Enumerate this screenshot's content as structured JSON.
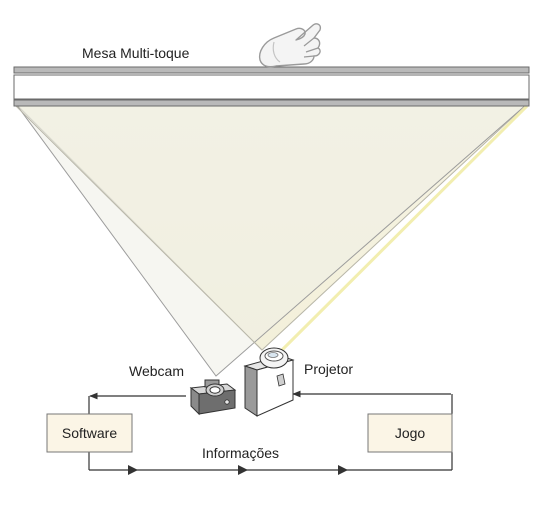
{
  "table_label": "Mesa Multi-toque",
  "webcam_label": "Webcam",
  "projector_label": "Projetor",
  "software_label": "Software",
  "game_label": "Jogo",
  "info_label": "Informações",
  "icons": [
    "pointing-hand-icon",
    "webcam-icon",
    "projector-icon"
  ],
  "colors": {
    "box_fill": "#fbf5e6",
    "panel_gray": "#b9b9b9",
    "beam_fill": "#f5f3e4",
    "line": "#333333"
  }
}
